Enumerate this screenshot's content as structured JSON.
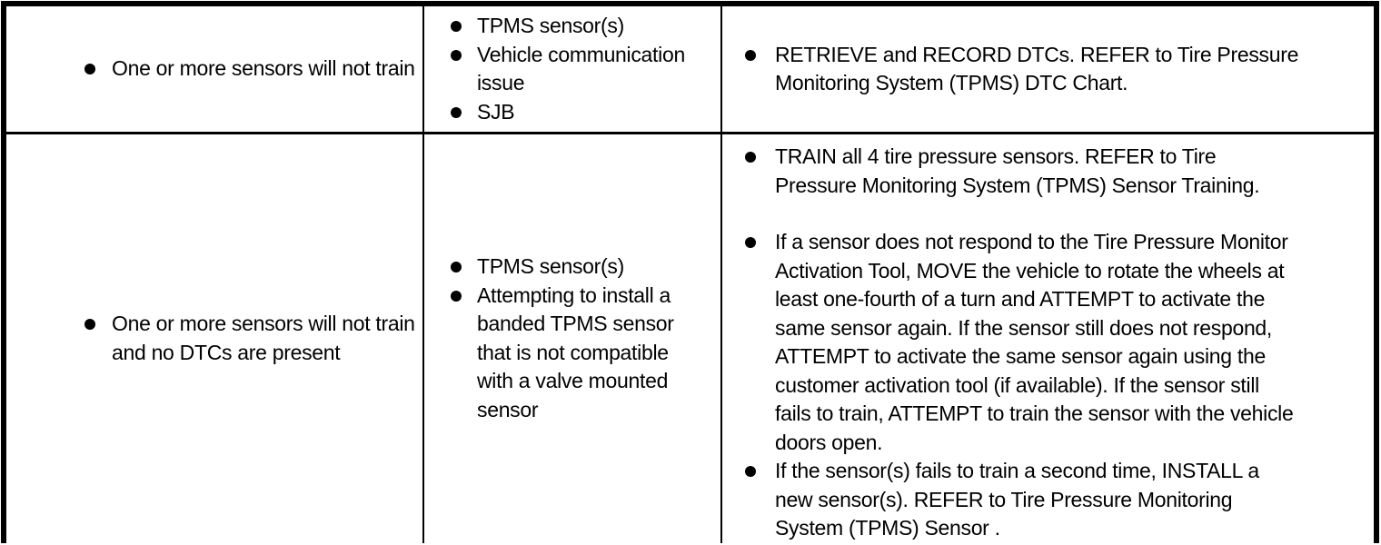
{
  "table": {
    "rows": [
      {
        "condition": "One or more sensors will not train",
        "possible_sources": [
          "TPMS sensor(s)",
          "Vehicle communication\nissue",
          "SJB"
        ],
        "actions": [
          "RETRIEVE and RECORD DTCs. REFER to Tire Pressure\nMonitoring System (TPMS) DTC Chart."
        ]
      },
      {
        "condition": "One or more sensors will not train\nand no DTCs are present",
        "possible_sources": [
          "TPMS sensor(s)",
          "Attempting to install a\nbanded TPMS sensor\nthat is not compatible\nwith a valve mounted\nsensor"
        ],
        "actions": [
          "TRAIN all 4 tire pressure sensors. REFER to Tire\nPressure Monitoring System (TPMS) Sensor Training.",
          "If a sensor does not respond to the Tire Pressure Monitor\nActivation Tool, MOVE the vehicle to rotate the wheels at\nleast one-fourth of a turn and ATTEMPT to activate the\nsame sensor again. If the sensor still does not respond,\nATTEMPT to activate the same sensor again using the\ncustomer activation tool (if available). If the sensor still\nfails to train, ATTEMPT to train the sensor with the vehicle\ndoors open.",
          "If the sensor(s) fails to train a second time, INSTALL a\nnew sensor(s). REFER to Tire Pressure Monitoring\nSystem (TPMS) Sensor ."
        ]
      }
    ]
  },
  "colors": {
    "text": "#000000",
    "background": "#ffffff",
    "border": "#000000"
  }
}
